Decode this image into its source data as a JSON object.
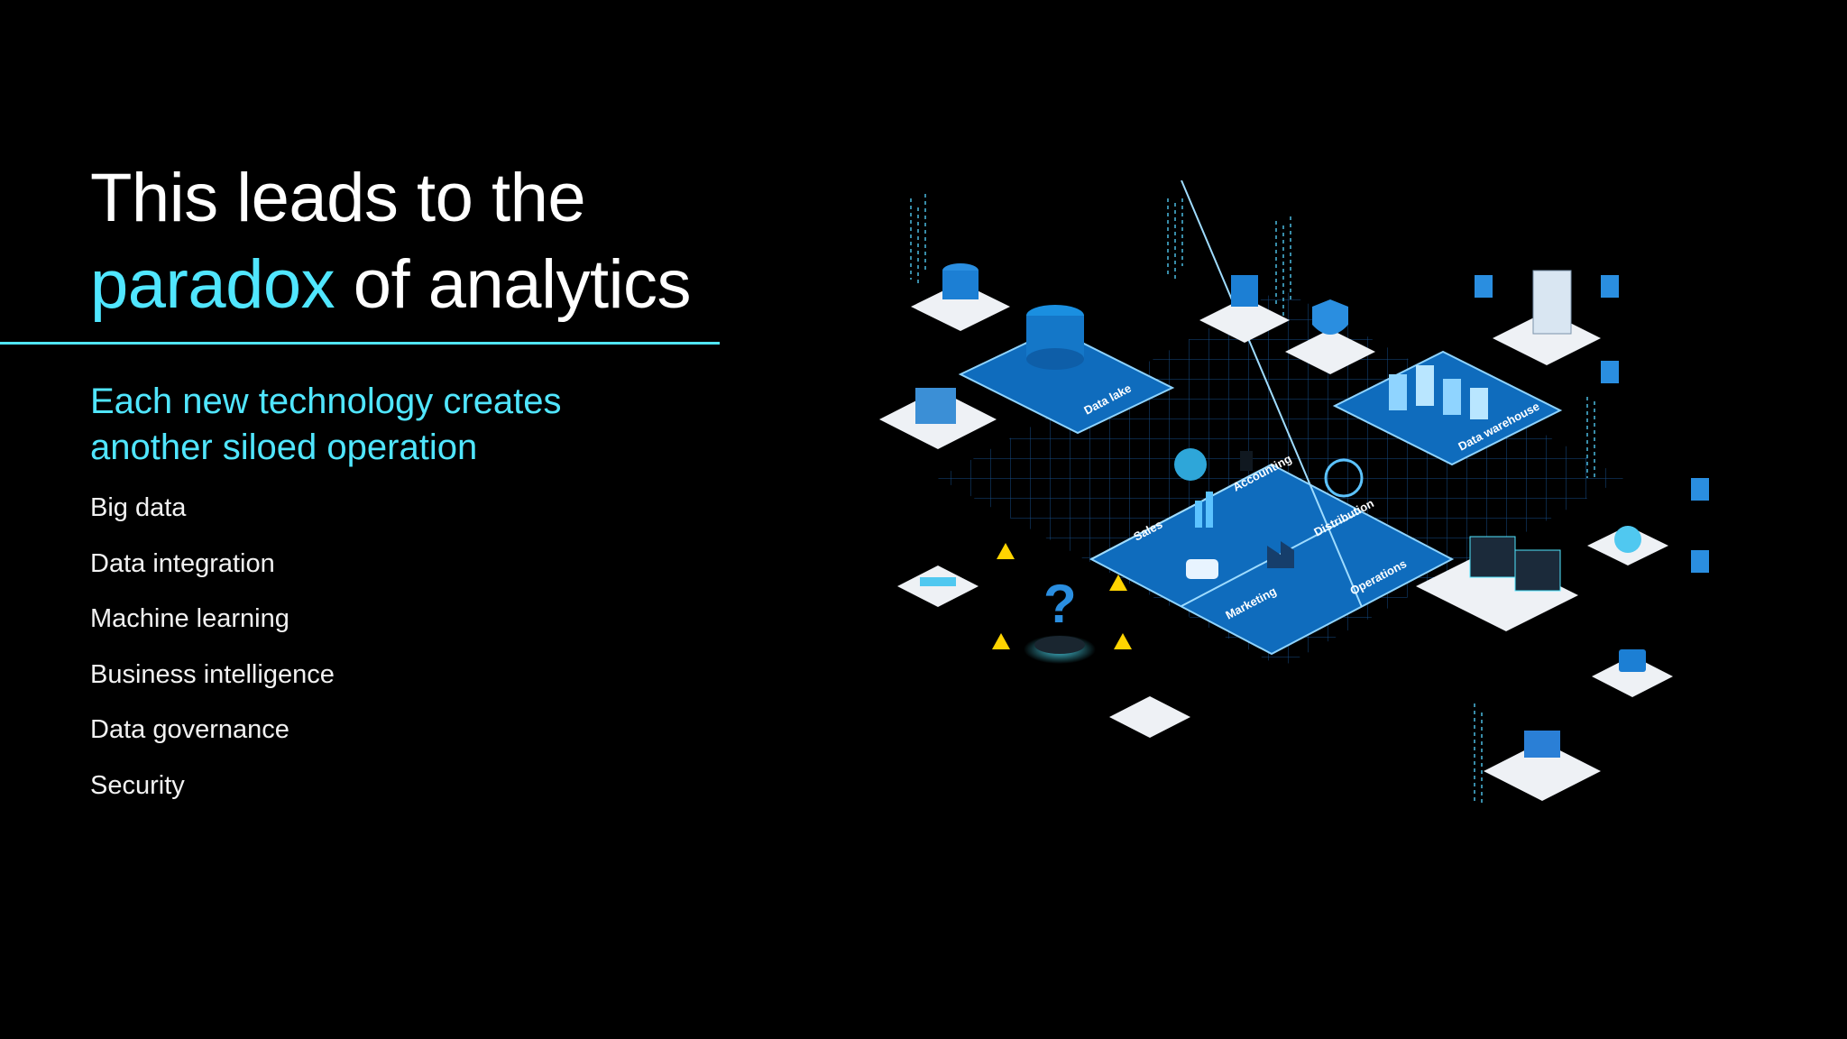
{
  "slide": {
    "title_line1": "This leads to the",
    "title_accent": "paradox",
    "title_rest": " of analytics",
    "subtitle": "Each new technology creates another siloed operation",
    "items": [
      "Big data",
      "Data integration",
      "Machine learning",
      "Business intelligence",
      "Data governance",
      "Security"
    ]
  },
  "illustration": {
    "labels": {
      "data_lake": "Data lake",
      "data_warehouse": "Data warehouse",
      "sales": "Sales",
      "accounting": "Accounting",
      "distribution": "Distribution",
      "operations": "Operations",
      "marketing": "Marketing"
    },
    "colors": {
      "accent": "#50e6ff",
      "platform_blue": "#0f6cbd",
      "tile_white": "#eef1f5"
    }
  }
}
